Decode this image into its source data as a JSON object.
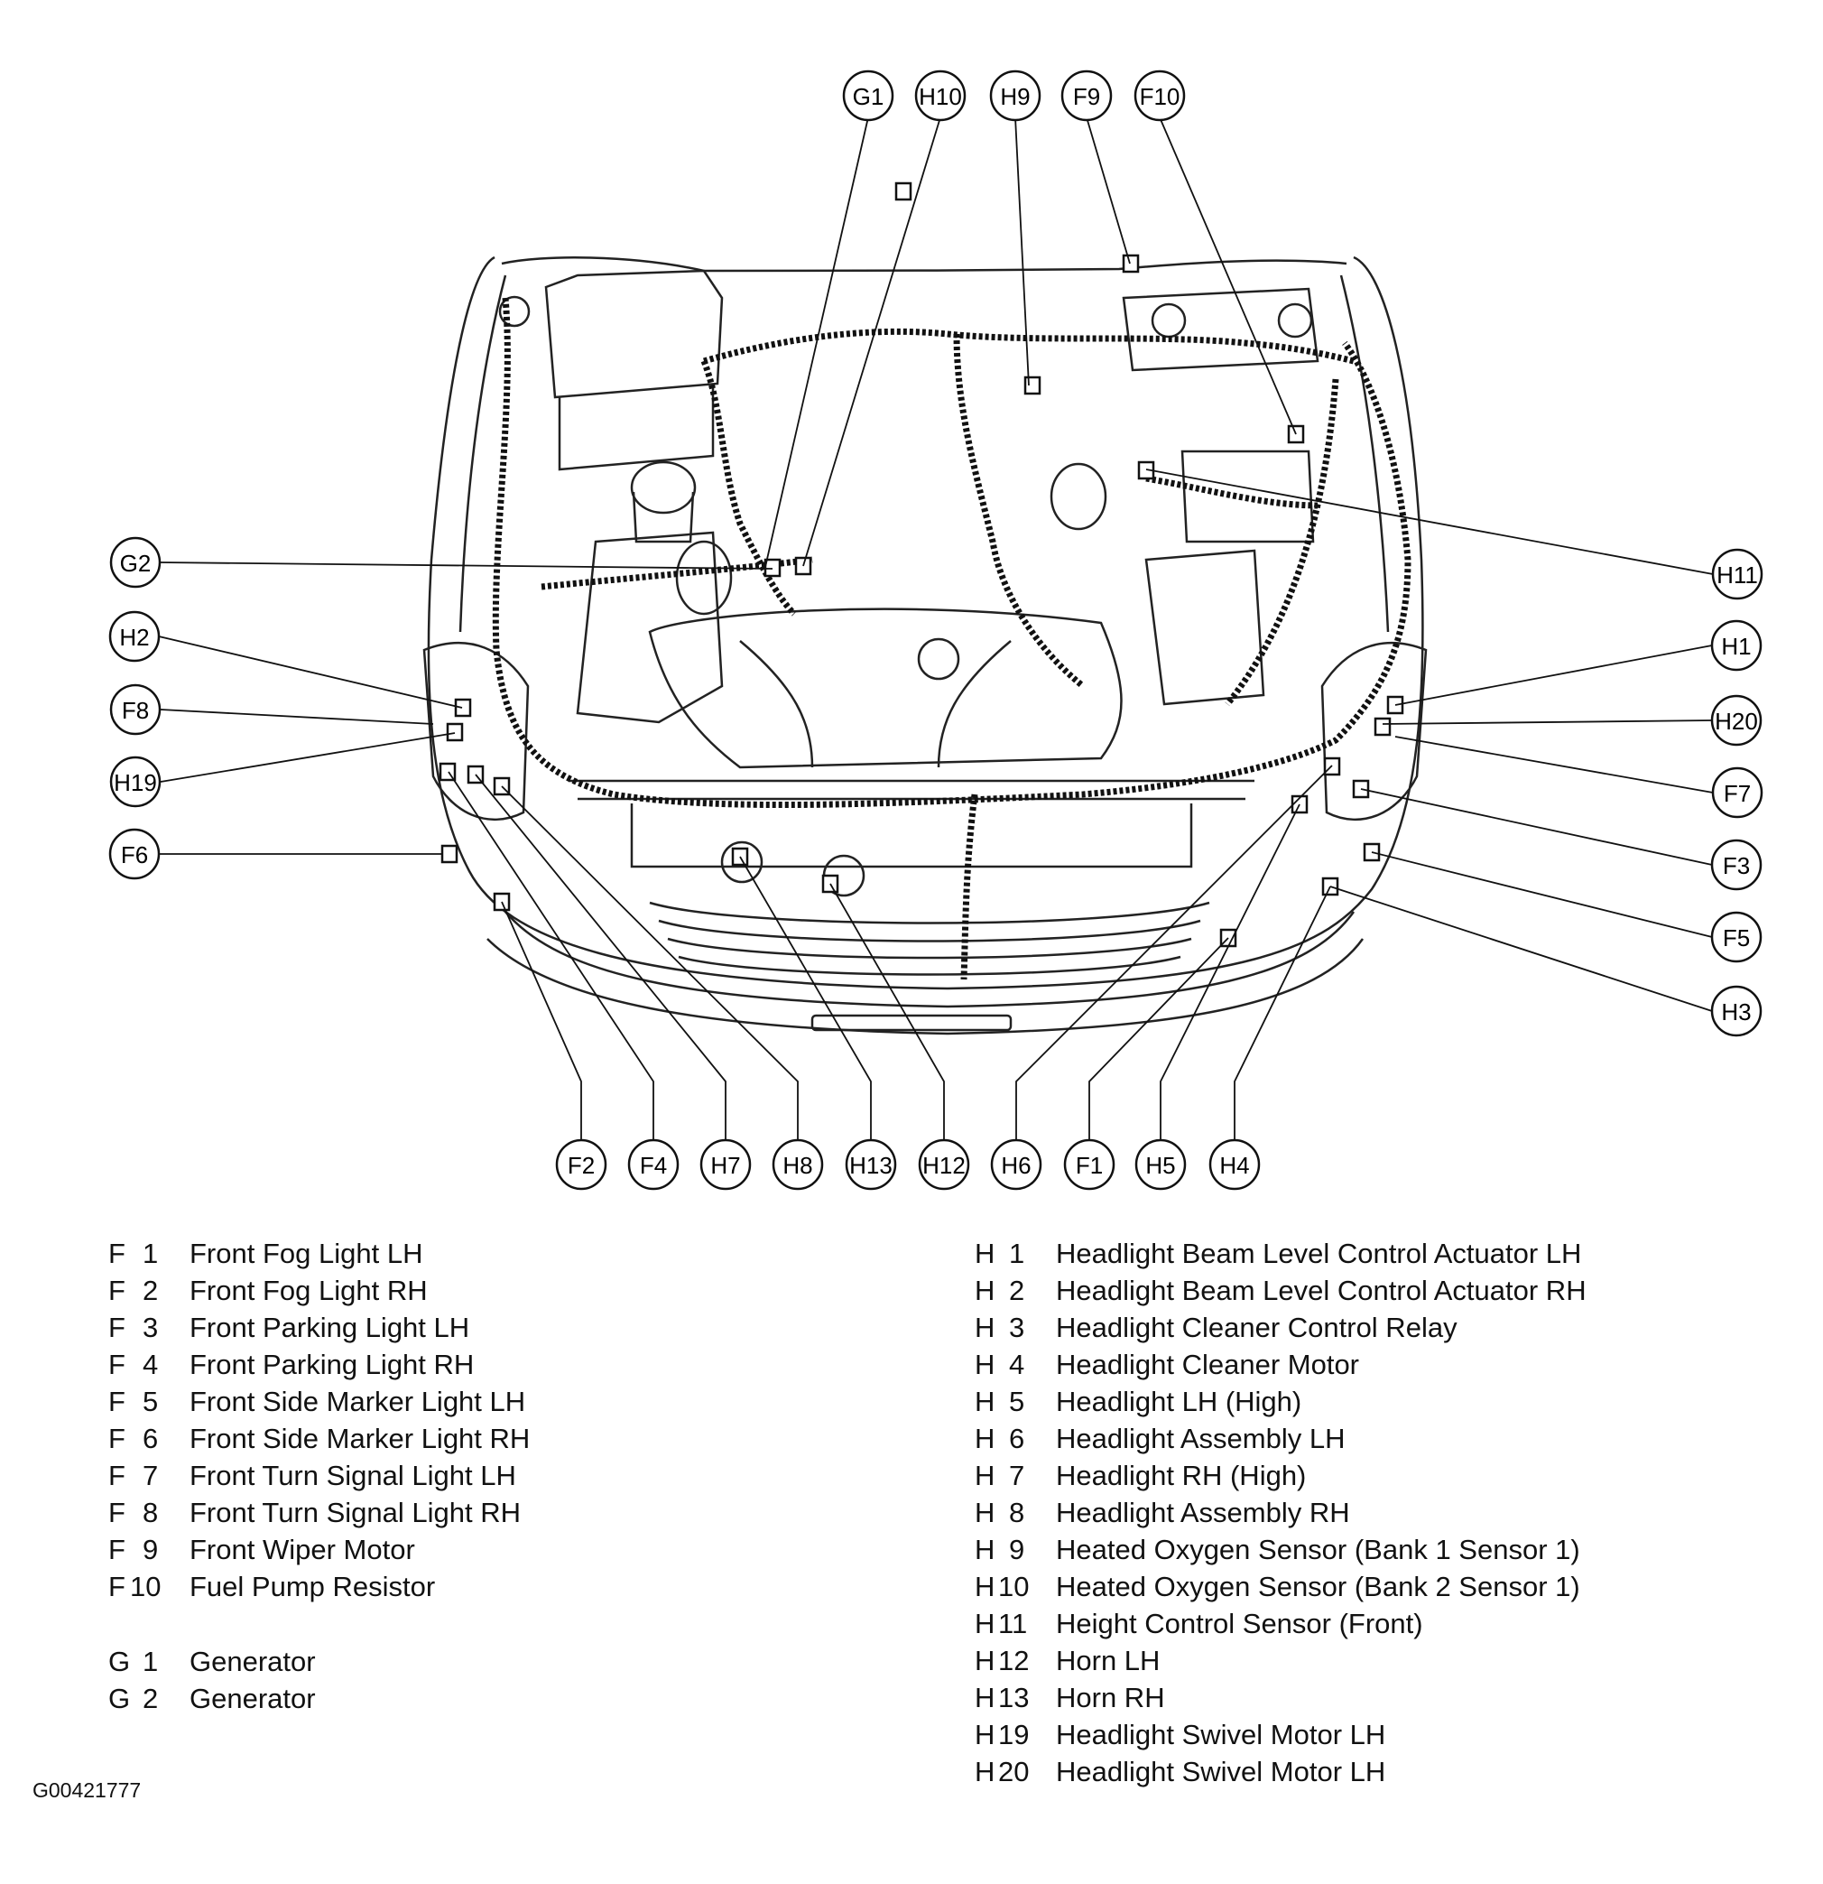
{
  "callouts": {
    "G1": "G1",
    "H10": "H10",
    "H9": "H9",
    "F9": "F9",
    "F10": "F10",
    "G2": "G2",
    "H2": "H2",
    "F8": "F8",
    "H19": "H19",
    "F6": "F6",
    "H11": "H11",
    "H1": "H1",
    "H20": "H20",
    "F7": "F7",
    "F3": "F3",
    "F5": "F5",
    "H3": "H3",
    "F2": "F2",
    "F4": "F4",
    "H7": "H7",
    "H8": "H8",
    "H13": "H13",
    "H12": "H12",
    "H6": "H6",
    "F1": "F1",
    "H5": "H5",
    "H4": "H4"
  },
  "legend": {
    "F": [
      {
        "prefix": "F",
        "num": "1",
        "desc": "Front Fog Light LH"
      },
      {
        "prefix": "F",
        "num": "2",
        "desc": "Front Fog Light RH"
      },
      {
        "prefix": "F",
        "num": "3",
        "desc": "Front Parking Light LH"
      },
      {
        "prefix": "F",
        "num": "4",
        "desc": "Front Parking Light RH"
      },
      {
        "prefix": "F",
        "num": "5",
        "desc": "Front Side Marker Light LH"
      },
      {
        "prefix": "F",
        "num": "6",
        "desc": "Front Side Marker Light RH"
      },
      {
        "prefix": "F",
        "num": "7",
        "desc": "Front Turn Signal Light LH"
      },
      {
        "prefix": "F",
        "num": "8",
        "desc": "Front Turn Signal Light RH"
      },
      {
        "prefix": "F",
        "num": "9",
        "desc": "Front Wiper Motor"
      },
      {
        "prefix": "F",
        "num": "10",
        "desc": "Fuel Pump Resistor"
      }
    ],
    "G": [
      {
        "prefix": "G",
        "num": "1",
        "desc": "Generator"
      },
      {
        "prefix": "G",
        "num": "2",
        "desc": "Generator"
      }
    ],
    "H": [
      {
        "prefix": "H",
        "num": "1",
        "desc": "Headlight Beam Level Control Actuator LH"
      },
      {
        "prefix": "H",
        "num": "2",
        "desc": "Headlight Beam Level Control Actuator RH"
      },
      {
        "prefix": "H",
        "num": "3",
        "desc": "Headlight Cleaner Control Relay"
      },
      {
        "prefix": "H",
        "num": "4",
        "desc": "Headlight Cleaner Motor"
      },
      {
        "prefix": "H",
        "num": "5",
        "desc": "Headlight LH (High)"
      },
      {
        "prefix": "H",
        "num": "6",
        "desc": "Headlight Assembly LH"
      },
      {
        "prefix": "H",
        "num": "7",
        "desc": "Headlight RH (High)"
      },
      {
        "prefix": "H",
        "num": "8",
        "desc": "Headlight Assembly RH"
      },
      {
        "prefix": "H",
        "num": "9",
        "desc": "Heated Oxygen Sensor (Bank 1 Sensor 1)"
      },
      {
        "prefix": "H",
        "num": "10",
        "desc": "Heated Oxygen Sensor (Bank 2 Sensor 1)"
      },
      {
        "prefix": "H",
        "num": "11",
        "desc": "Height Control Sensor (Front)"
      },
      {
        "prefix": "H",
        "num": "12",
        "desc": "Horn LH"
      },
      {
        "prefix": "H",
        "num": "13",
        "desc": "Horn RH"
      },
      {
        "prefix": "H",
        "num": "19",
        "desc": "Headlight Swivel Motor LH"
      },
      {
        "prefix": "H",
        "num": "20",
        "desc": "Headlight Swivel Motor LH"
      }
    ]
  },
  "figure_id": "G00421777"
}
